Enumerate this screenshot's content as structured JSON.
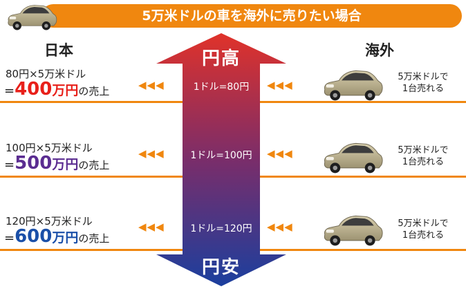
{
  "title": "5万米ドルの車を海外に売りたい場合",
  "columns": {
    "left": "日本",
    "right": "海外"
  },
  "arrow": {
    "top_label": "円高",
    "bottom_label": "円安"
  },
  "rows": [
    {
      "rate": "1ドル=80円",
      "formula": "80円×5万米ドル",
      "eq": "=",
      "amount": "400",
      "unit": "万円",
      "suffix": "の売上",
      "amount_color": "#e8201a",
      "note_line1": "5万米ドルで",
      "note_line2": "1台売れる"
    },
    {
      "rate": "1ドル=100円",
      "formula": "100円×5万米ドル",
      "eq": "=",
      "amount": "500",
      "unit": "万円",
      "suffix": "の売上",
      "amount_color": "#5b2d91",
      "note_line1": "5万米ドルで",
      "note_line2": "1台売れる"
    },
    {
      "rate": "1ドル=120円",
      "formula": "120円×5万米ドル",
      "eq": "=",
      "amount": "600",
      "unit": "万円",
      "suffix": "の売上",
      "amount_color": "#1a4fa8",
      "note_line1": "5万米ドルで",
      "note_line2": "1台売れる"
    }
  ],
  "chevrons": "◀◀◀",
  "colors": {
    "accent": "#f0870f",
    "arrow_top": "#e0322a",
    "arrow_mid": "#7a2d6a",
    "arrow_bottom": "#1b3f9e"
  },
  "icons": {
    "car": "sedan-car-icon"
  }
}
